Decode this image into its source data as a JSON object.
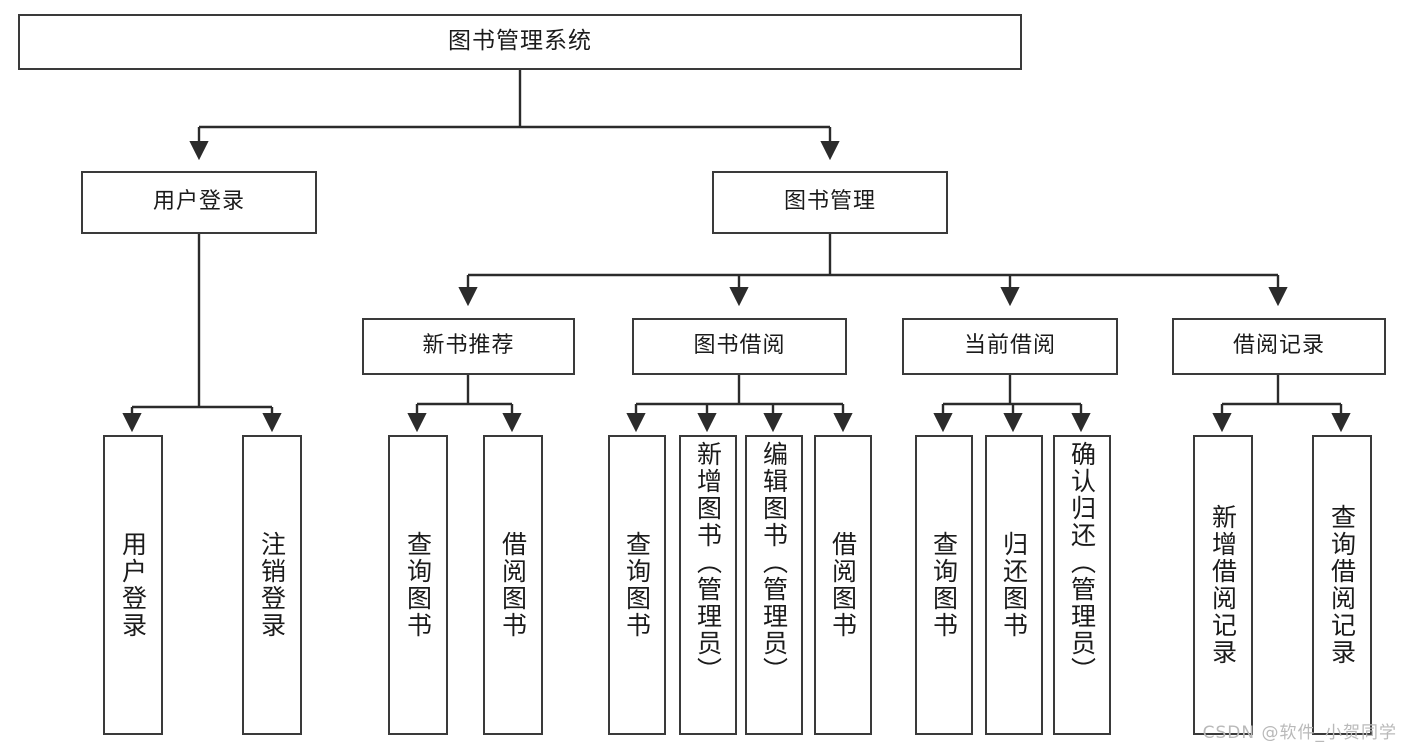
{
  "diagram": {
    "type": "tree",
    "title": "图书管理系统",
    "orientation": "top-down",
    "style": {
      "background": "#ffffff",
      "box_border": "#3a3a3a",
      "box_fill": "#ffffff",
      "connector": "#2b2b2b",
      "text": "#1b1b1b",
      "watermark": "#b9b9b9"
    }
  },
  "nodes": {
    "root": {
      "label": "图书管理系统"
    },
    "level2": [
      {
        "id": "user-login",
        "label": "用户登录"
      },
      {
        "id": "book-manage",
        "label": "图书管理"
      }
    ],
    "level3": [
      {
        "id": "new-book-recommend",
        "label": "新书推荐"
      },
      {
        "id": "book-borrow",
        "label": "图书借阅"
      },
      {
        "id": "current-borrow",
        "label": "当前借阅"
      },
      {
        "id": "borrow-record",
        "label": "借阅记录"
      }
    ],
    "leaves": {
      "user_login": [
        {
          "id": "leaf-user-login",
          "label": "用户登录"
        },
        {
          "id": "leaf-user-logout",
          "label": "注销登录"
        }
      ],
      "new_book_recommend": [
        {
          "id": "leaf-query-book-1",
          "label": "查询图书"
        },
        {
          "id": "leaf-borrow-book-1",
          "label": "借阅图书"
        }
      ],
      "book_borrow": [
        {
          "id": "leaf-query-book-2",
          "label": "查询图书"
        },
        {
          "id": "leaf-add-book",
          "label": "新增图书（管理员）"
        },
        {
          "id": "leaf-edit-book",
          "label": "编辑图书（管理员）"
        },
        {
          "id": "leaf-borrow-book-2",
          "label": "借阅图书"
        }
      ],
      "current_borrow": [
        {
          "id": "leaf-query-book-3",
          "label": "查询图书"
        },
        {
          "id": "leaf-return-book",
          "label": "归还图书"
        },
        {
          "id": "leaf-confirm-return",
          "label": "确认归还（管理员）"
        }
      ],
      "borrow_record": [
        {
          "id": "leaf-add-record",
          "label": "新增借阅记录"
        },
        {
          "id": "leaf-query-record",
          "label": "查询借阅记录"
        }
      ]
    }
  },
  "watermark": {
    "text": "CSDN @软件_小贺同学"
  }
}
